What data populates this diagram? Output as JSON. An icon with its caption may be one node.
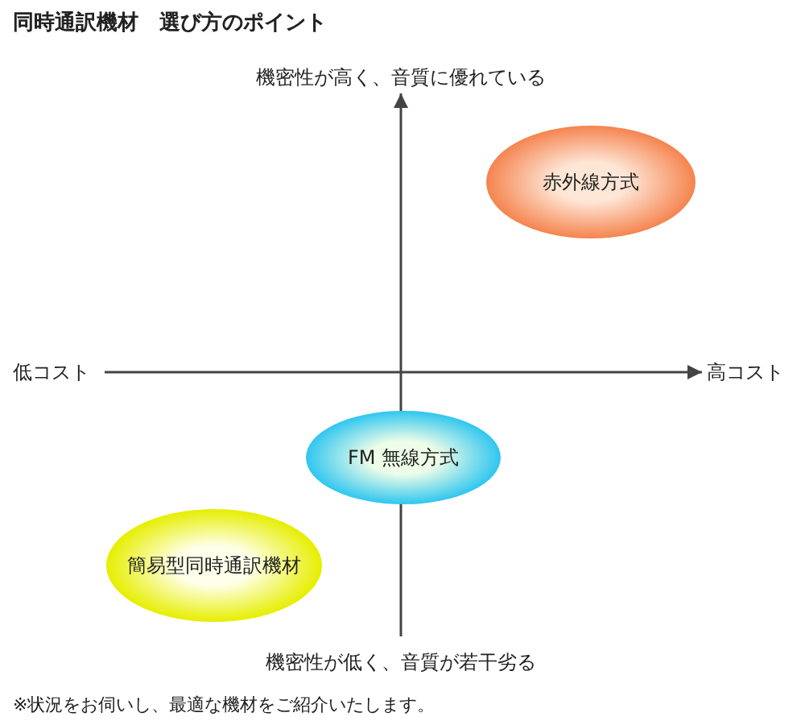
{
  "diagram": {
    "title": "同時通訳機材　選び方のポイント",
    "caption": "※状況をお伺いし、最適な機材をご紹介いたします。",
    "nodes": [
      {
        "text": [
          "赤外線方式"
        ]
      },
      {
        "text": [
          "FM 無線方式"
        ]
      },
      {
        "text": [
          "簡易型同時通訳機材"
        ]
      }
    ],
    "labels": [
      "機密性が高く、音質に優れている",
      "低コスト",
      "高コスト",
      "機密性が低く、音質が若干劣る"
    ]
  }
}
